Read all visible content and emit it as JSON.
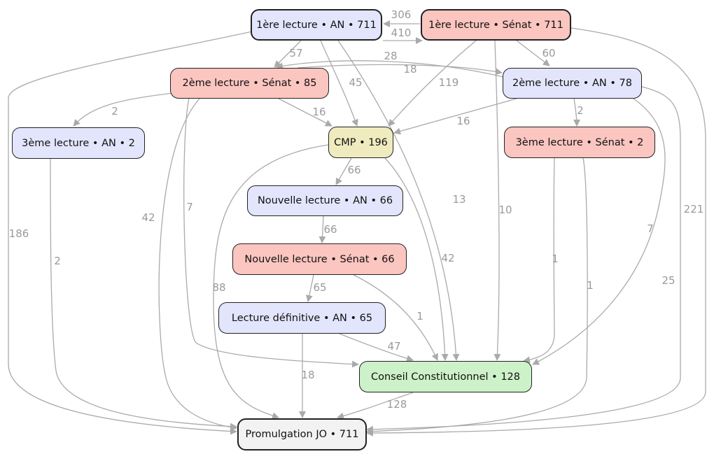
{
  "colors": {
    "edge": "#aaaaaa",
    "label": "#9a9a9a",
    "an": "#e3e5fc",
    "senat": "#fbc5c0",
    "cmp": "#efebbf",
    "conseil": "#cdf1c8",
    "promulgation": "#f2f2f2"
  },
  "nodes": {
    "l1_an": "1ère lecture • AN • 711",
    "l1_senat": "1ère lecture • Sénat • 711",
    "l2_senat": "2ème lecture • Sénat • 85",
    "l2_an": "2ème lecture • AN • 78",
    "l3_an": "3ème lecture • AN • 2",
    "l3_senat": "3ème lecture • Sénat • 2",
    "cmp": "CMP • 196",
    "nl_an": "Nouvelle lecture • AN • 66",
    "nl_senat": "Nouvelle lecture • Sénat • 66",
    "ld_an": "Lecture définitive • AN • 65",
    "conseil": "Conseil Constitutionnel • 128",
    "promulgation": "Promulgation JO • 711"
  },
  "edges": [
    {
      "from": "l1_senat",
      "to": "l1_an",
      "label": "306"
    },
    {
      "from": "l1_an",
      "to": "l1_senat",
      "label": "410"
    },
    {
      "from": "l1_an",
      "to": "l2_senat",
      "label": "57"
    },
    {
      "from": "l1_an",
      "to": "cmp",
      "label": "45"
    },
    {
      "from": "l1_an",
      "to": "conseil",
      "label": "13"
    },
    {
      "from": "l1_an",
      "to": "promulgation",
      "label": "186"
    },
    {
      "from": "l1_senat",
      "to": "l2_an",
      "label": "60"
    },
    {
      "from": "l1_senat",
      "to": "cmp",
      "label": "119"
    },
    {
      "from": "l1_senat",
      "to": "conseil",
      "label": "10"
    },
    {
      "from": "l1_senat",
      "to": "promulgation",
      "label": "221"
    },
    {
      "from": "l2_an",
      "to": "l2_senat",
      "label": "28"
    },
    {
      "from": "l2_senat",
      "to": "l2_an",
      "label": "18"
    },
    {
      "from": "l2_senat",
      "to": "l3_an",
      "label": "2"
    },
    {
      "from": "l2_senat",
      "to": "cmp",
      "label": "16"
    },
    {
      "from": "l2_senat",
      "to": "promulgation",
      "label": "42"
    },
    {
      "from": "l2_senat",
      "to": "conseil",
      "label": "7"
    },
    {
      "from": "l2_an",
      "to": "cmp",
      "label": "16"
    },
    {
      "from": "l2_an",
      "to": "l3_senat",
      "label": "2"
    },
    {
      "from": "l2_an",
      "to": "conseil",
      "label": "7"
    },
    {
      "from": "l2_an",
      "to": "promulgation",
      "label": "25"
    },
    {
      "from": "l3_an",
      "to": "promulgation",
      "label": "2"
    },
    {
      "from": "l3_senat",
      "to": "conseil",
      "label": "1"
    },
    {
      "from": "l3_senat",
      "to": "promulgation",
      "label": "1"
    },
    {
      "from": "cmp",
      "to": "nl_an",
      "label": "66"
    },
    {
      "from": "cmp",
      "to": "conseil",
      "label": "42"
    },
    {
      "from": "cmp",
      "to": "promulgation",
      "label": "88"
    },
    {
      "from": "nl_an",
      "to": "nl_senat",
      "label": "66"
    },
    {
      "from": "nl_senat",
      "to": "ld_an",
      "label": "65"
    },
    {
      "from": "nl_senat",
      "to": "conseil",
      "label": "1"
    },
    {
      "from": "ld_an",
      "to": "conseil",
      "label": "47"
    },
    {
      "from": "ld_an",
      "to": "promulgation",
      "label": "18"
    },
    {
      "from": "conseil",
      "to": "promulgation",
      "label": "128"
    }
  ]
}
